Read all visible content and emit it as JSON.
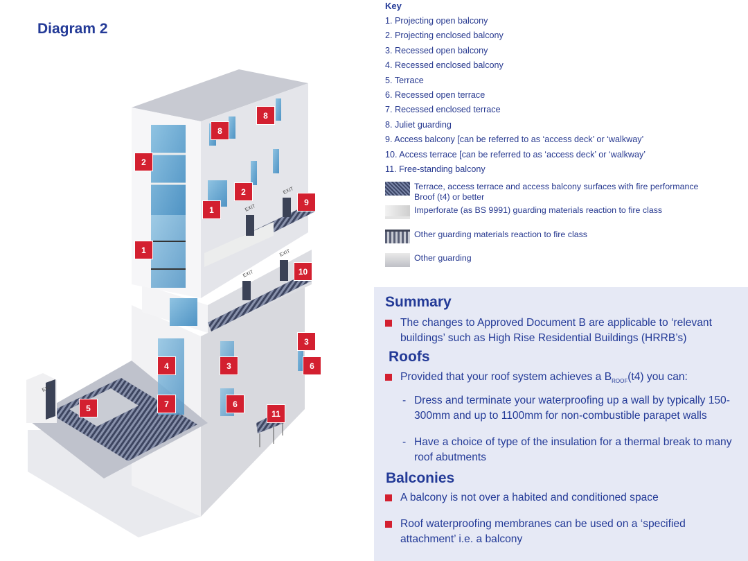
{
  "diagram": {
    "title": "Diagram 2",
    "exit_label": "EXIT",
    "markers": [
      "8",
      "8",
      "2",
      "2",
      "1",
      "9",
      "1",
      "10",
      "3",
      "6",
      "4",
      "3",
      "5",
      "7",
      "6",
      "11"
    ]
  },
  "key": {
    "title": "Key",
    "items": [
      "1. Projecting open balcony",
      "2. Projecting enclosed balcony",
      "3. Recessed open balcony",
      "4. Recessed enclosed balcony",
      "5. Terrace",
      "6. Recessed open terrace",
      "7. Recessed enclosed terrace",
      "8. Juliet guarding",
      "9. Access balcony [can be referred to as ‘access deck’ or  ‘walkway’",
      "10. Access terrace [can be referred to as ‘access deck’ or  ‘walkway’",
      "11.  Free-standing balcony"
    ],
    "legend": [
      {
        "text": "Terrace, access terrace and access balcony surfaces with fire performance Broof (t4) or better"
      },
      {
        "text": "Imperforate (as BS 9991) guarding materials reaction to fire class"
      },
      {
        "text": "Other guarding materials reaction to fire class"
      },
      {
        "text": "Other guarding"
      }
    ]
  },
  "summary": {
    "heading": "Summary",
    "bullets": [
      "The changes to Approved Document B are applicable to ‘relevant buildings’ such as High Rise Residential Buildings (HRRB’s)"
    ]
  },
  "roofs": {
    "heading": "Roofs",
    "bullet_pre": "Provided that your roof system achieves a B",
    "bullet_sub": "ROOF",
    "bullet_post": "(t4) you can:",
    "dashes": [
      "Dress and terminate your waterproofing up a wall by typically 150-300mm and up to 1100mm for non-combustible parapet walls",
      "Have a choice of type of the insulation for a thermal break to many roof abutments"
    ]
  },
  "balconies": {
    "heading": "Balconies",
    "bullets": [
      "A balcony is not over a habited and conditioned space",
      "Roof waterproofing membranes can be used on a ‘specified attachment’ i.e. a balcony"
    ]
  }
}
